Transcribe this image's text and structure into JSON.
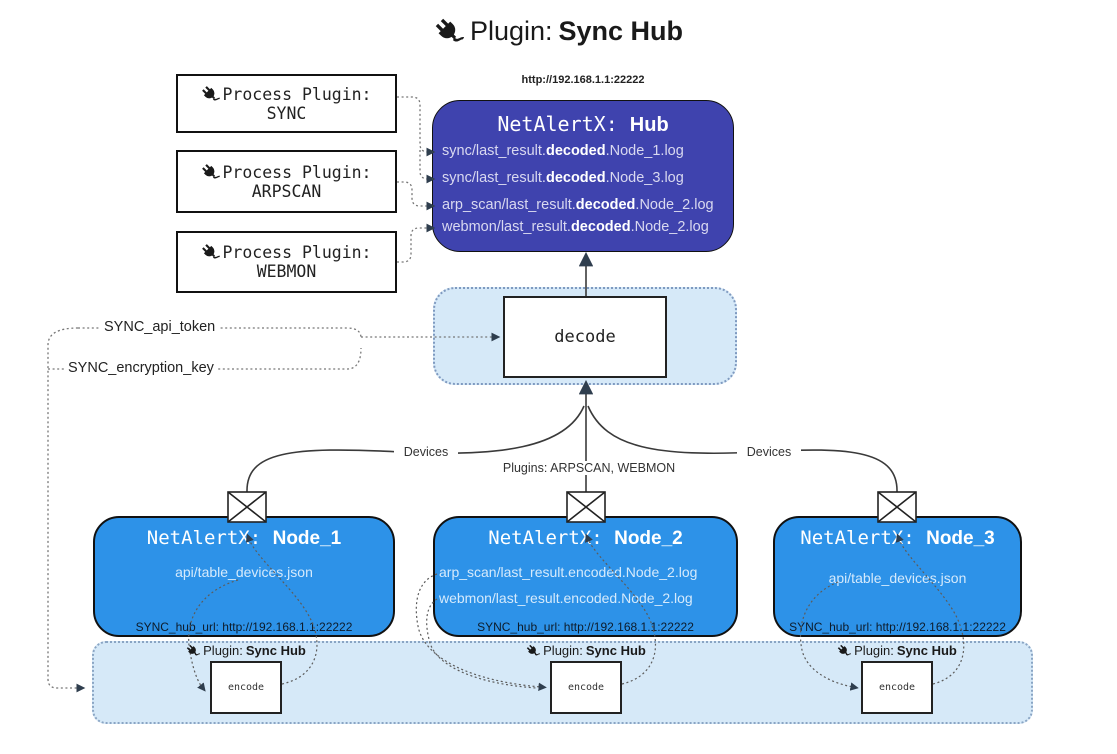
{
  "title": {
    "prefix": "Plugin: ",
    "bold": "Sync Hub"
  },
  "hub": {
    "url": "http://192.168.1.1:22222",
    "name_prefix": "NetAlertX: ",
    "name_bold": "Hub",
    "files": [
      {
        "pre": "sync/last_result.",
        "bold": "decoded",
        "suf": ".Node_1.log"
      },
      {
        "pre": "sync/last_result.",
        "bold": "decoded",
        "suf": ".Node_3.log"
      },
      {
        "pre": "arp_scan/last_result.",
        "bold": "decoded",
        "suf": ".Node_2.log"
      },
      {
        "pre": "webmon/last_result.",
        "bold": "decoded",
        "suf": ".Node_2.log"
      }
    ]
  },
  "process_plugins": {
    "label": "Process Plugin:",
    "items": [
      {
        "name": "SYNC"
      },
      {
        "name": "ARPSCAN"
      },
      {
        "name": "WEBMON"
      }
    ]
  },
  "decode": {
    "label": "decode"
  },
  "settings": {
    "api_token": "SYNC_api_token",
    "encryption_key": "SYNC_encryption_key"
  },
  "edge_labels": {
    "devices_left": "Devices",
    "devices_right": "Devices",
    "plugins_mid": "Plugins: ARPSCAN, WEBMON"
  },
  "nodes": [
    {
      "name_prefix": "NetAlertX: ",
      "name_bold": "Node_1",
      "files": [
        "api/table_devices.json"
      ],
      "hub_url": "SYNC_hub_url: http://192.168.1.1:22222"
    },
    {
      "name_prefix": "NetAlertX: ",
      "name_bold": "Node_2",
      "files": [
        "arp_scan/last_result.encoded.Node_2.log",
        "webmon/last_result.encoded.Node_2.log"
      ],
      "hub_url": "SYNC_hub_url: http://192.168.1.1:22222"
    },
    {
      "name_prefix": "NetAlertX: ",
      "name_bold": "Node_3",
      "files": [
        "api/table_devices.json"
      ],
      "hub_url": "SYNC_hub_url: http://192.168.1.1:22222"
    }
  ],
  "encoders": {
    "plugin_prefix": "Plugin: ",
    "plugin_bold": "Sync Hub",
    "box_label": "encode"
  },
  "colors": {
    "hub_fill": "#3f43ae",
    "node_fill": "#2d92e8",
    "container_fill": "#d6e9f8",
    "container_border": "#7f9ac0",
    "arrow": "#2f3e4e"
  }
}
